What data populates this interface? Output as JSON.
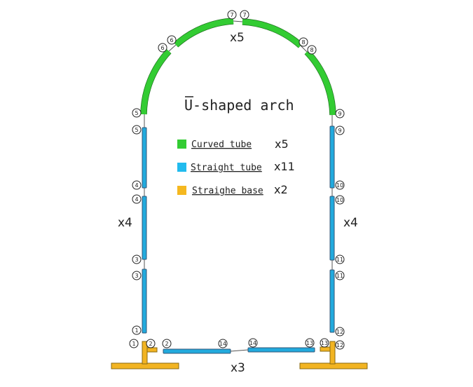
{
  "title": "U-shaped arch",
  "legend": [
    {
      "label": "Curved tube",
      "count": "x5",
      "color": "#33cc33"
    },
    {
      "label": "Straight tube",
      "count": "x11",
      "color": "#22bbee"
    },
    {
      "label": "Straighe base",
      "count": "x2",
      "color": "#f5b820"
    }
  ],
  "counts": {
    "arch": "x5",
    "left": "x4",
    "right": "x4",
    "bottom": "x3"
  },
  "markers": [
    "1",
    "2",
    "3",
    "4",
    "5",
    "6",
    "7",
    "8",
    "9",
    "10",
    "11",
    "12",
    "13",
    "14"
  ]
}
